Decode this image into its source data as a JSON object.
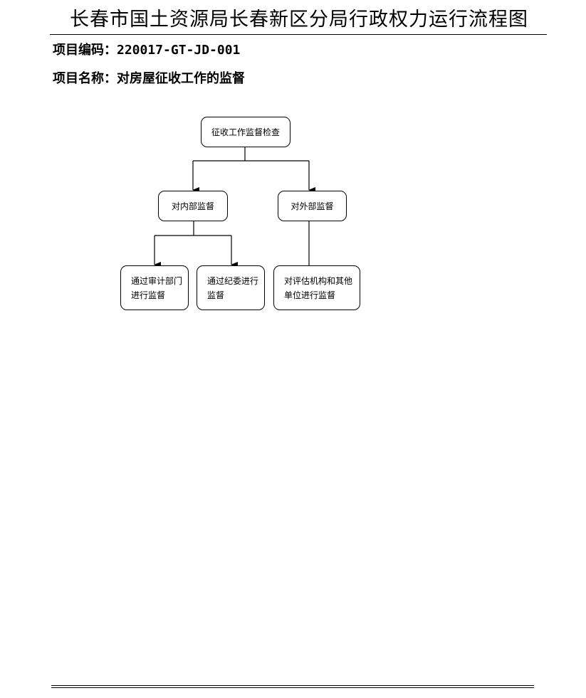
{
  "header": {
    "title": "长春市国土资源局长春新区分局行政权力运行流程图"
  },
  "project": {
    "code_label": "项目编码：",
    "code_value": "220017-GT-JD-001",
    "name_label": "项目名称：",
    "name_value": "对房屋征收工作的监督"
  },
  "flowchart": {
    "root": "征收工作监督检查",
    "internal": "对内部监督",
    "external": "对外部监督",
    "audit": "通过审计部门进行监督",
    "discipline": "通过纪委进行监督",
    "agency": "对评估机构和其他单位进行监督"
  }
}
